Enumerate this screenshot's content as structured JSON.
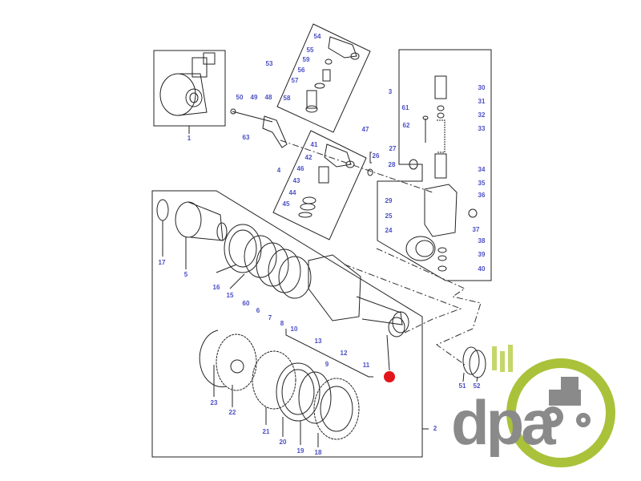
{
  "diagram": {
    "group_labels": {
      "g1": "1",
      "g2": "2",
      "g3": "3",
      "g4": "4",
      "g53": "53",
      "g26": "26",
      "g9": "9"
    },
    "part_labels": {
      "p54": "54",
      "p55": "55",
      "p59": "59",
      "p56": "56",
      "p57": "57",
      "p58": "58",
      "p50": "50",
      "p49": "49",
      "p48": "48",
      "p63": "63",
      "p47": "47",
      "p41": "41",
      "p42": "42",
      "p46": "46",
      "p43": "43",
      "p44": "44",
      "p45": "45",
      "p27": "27",
      "p28": "28",
      "p29": "29",
      "p25": "25",
      "p24": "24",
      "p30": "30",
      "p31": "31",
      "p32": "32",
      "p33": "33",
      "p61": "61",
      "p62": "62",
      "p34": "34",
      "p35": "35",
      "p36": "36",
      "p37": "37",
      "p38": "38",
      "p39": "39",
      "p40": "40",
      "p17": "17",
      "p5": "5",
      "p16": "16",
      "p15": "15",
      "p60": "60",
      "p6": "6",
      "p7": "7",
      "p8": "8",
      "p10": "10",
      "p13": "13",
      "p12": "12",
      "p11": "11",
      "p23": "23",
      "p22": "22",
      "p21": "21",
      "p20": "20",
      "p19": "19",
      "p18": "18",
      "p51": "51",
      "p52": "52"
    },
    "marker_color": "#e3141b"
  },
  "logo": {
    "text": "dpa",
    "text_color": "#8a8a8a",
    "ring_color": "#a9c23a"
  }
}
